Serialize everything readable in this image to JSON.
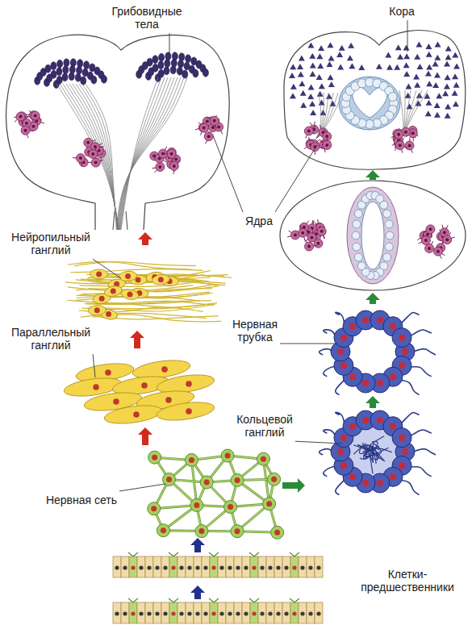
{
  "diagram": {
    "labels": [
      "Грибовидные тела",
      "Кора",
      "Ядра",
      "Нейропильный ганглий",
      "Параллельный ганглий",
      "Нервная трубка",
      "Кольцевой ганглий",
      "Нервная сеть",
      "Клетки- предшественники"
    ]
  }
}
